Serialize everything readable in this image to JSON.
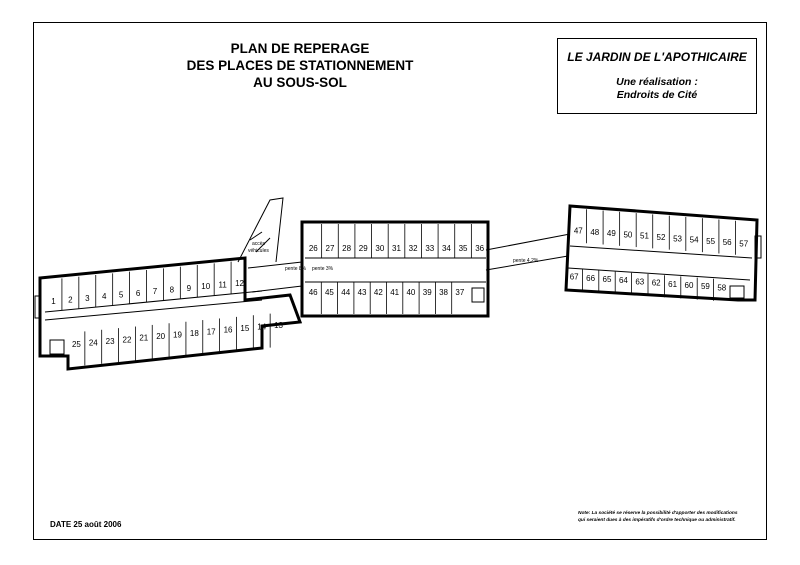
{
  "title": {
    "line1": "PLAN DE REPERAGE",
    "line2": "DES PLACES DE STATIONNEMENT",
    "line3": "AU SOUS-SOL"
  },
  "project": {
    "name": "LE JARDIN DE L'APOTHICAIRE",
    "credit_line1": "Une réalisation :",
    "credit_line2": "Endroits de Cité"
  },
  "date_label": "DATE  25 août 2006",
  "note": {
    "label": "Note:",
    "text1": "La société se réserve la possibilité d'apporter des modifications",
    "text2": "qui seraient dues à des impératifs d'ordre technique ou administratif."
  },
  "plan": {
    "access_label1": "accès",
    "access_label2": "véhicules",
    "slope_left": "pente 8%",
    "slope_mid": "pente 3%",
    "slope_right": "pente 4.2%",
    "left_block_top": [
      "1",
      "2",
      "3",
      "4",
      "5",
      "6",
      "7",
      "8",
      "9",
      "10",
      "11",
      "12"
    ],
    "left_block_bottom": [
      "25",
      "24",
      "23",
      "22",
      "21",
      "20",
      "19",
      "18",
      "17",
      "16",
      "15",
      "14",
      "13"
    ],
    "mid_block_top": [
      "26",
      "27",
      "28",
      "29",
      "30",
      "31",
      "32",
      "33",
      "34",
      "35",
      "36"
    ],
    "mid_block_bottom": [
      "46",
      "45",
      "44",
      "43",
      "42",
      "41",
      "40",
      "39",
      "38",
      "37"
    ],
    "right_block_top": [
      "47",
      "48",
      "49",
      "50",
      "51",
      "52",
      "53",
      "54",
      "55",
      "56",
      "57"
    ],
    "right_block_bottom": [
      "67",
      "66",
      "65",
      "64",
      "63",
      "62",
      "61",
      "60",
      "59",
      "58"
    ]
  }
}
